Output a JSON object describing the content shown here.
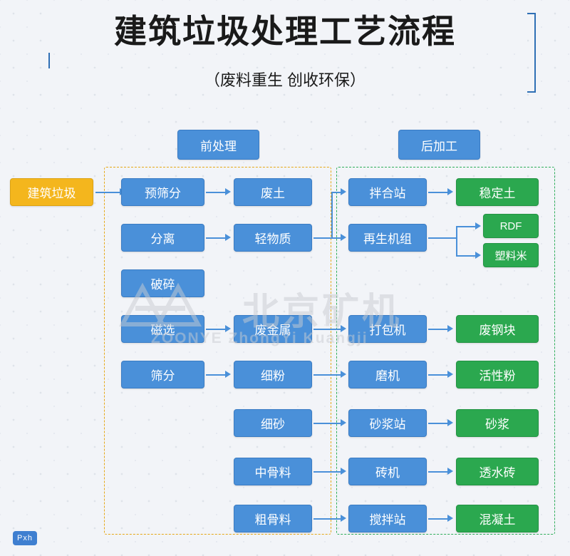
{
  "header": {
    "title": "建筑垃圾处理工艺流程",
    "subtitle": "（废料重生  创收环保）"
  },
  "sections": [
    {
      "id": "pre",
      "label": "前处理"
    },
    {
      "id": "post",
      "label": "后加工"
    }
  ],
  "nodes": {
    "source": "建筑垃圾",
    "pre_col1": [
      "预筛分",
      "分离",
      "破碎",
      "磁选",
      "筛分"
    ],
    "pre_col2": [
      "废土",
      "轻物质",
      "废金属",
      "细粉",
      "细砂",
      "中骨料",
      "粗骨料"
    ],
    "post_col1": [
      "拌合站",
      "再生机组",
      "打包机",
      "磨机",
      "砂浆站",
      "砖机",
      "搅拌站"
    ],
    "post_col2": [
      "稳定土",
      "RDF",
      "塑料米",
      "废钢块",
      "活性粉",
      "砂浆",
      "透水砖",
      "混凝土"
    ]
  },
  "watermark": {
    "line1": "北京矿机",
    "line2": "ZOONYE  ZhongYi Kuangji"
  },
  "badge": {
    "label": "Pxh"
  },
  "colors": {
    "blue": "#4a90d9",
    "green": "#2ba84f",
    "orange": "#f4b61d",
    "pre_border": "#e6a817",
    "post_border": "#2fae5a",
    "frame": "#2f6fb5",
    "background": "#f2f4f8"
  }
}
